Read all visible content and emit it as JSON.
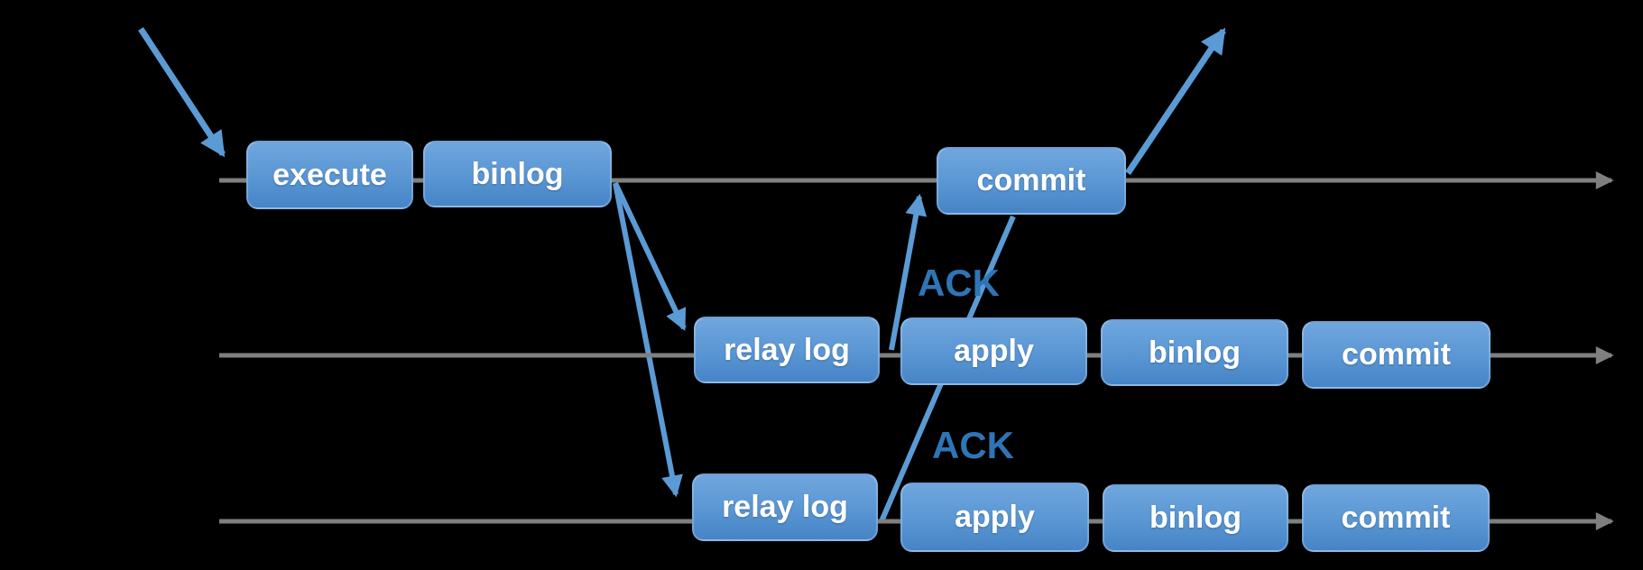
{
  "diagram": {
    "title": "replication-timeline-diagram",
    "colors": {
      "background": "#000000",
      "box_fill_top": "#6FA6DE",
      "box_fill_bottom": "#4684C7",
      "box_text": "#FFFFFF",
      "arrow_blue": "#5B9BD5",
      "ack_text_blue": "#2E75B6",
      "timeline_gray": "#7F7F7F"
    },
    "lanes": [
      {
        "name": "master-timeline",
        "boxes": [
          {
            "label": "execute"
          },
          {
            "label": "binlog"
          },
          {
            "label": "commit"
          }
        ]
      },
      {
        "name": "replica1-timeline",
        "ack_label": "ACK",
        "boxes": [
          {
            "label": "relay log"
          },
          {
            "label": "apply"
          },
          {
            "label": "binlog"
          },
          {
            "label": "commit"
          }
        ]
      },
      {
        "name": "replica2-timeline",
        "ack_label": "ACK",
        "boxes": [
          {
            "label": "relay log"
          },
          {
            "label": "apply"
          },
          {
            "label": "binlog"
          },
          {
            "label": "commit"
          }
        ]
      }
    ]
  }
}
